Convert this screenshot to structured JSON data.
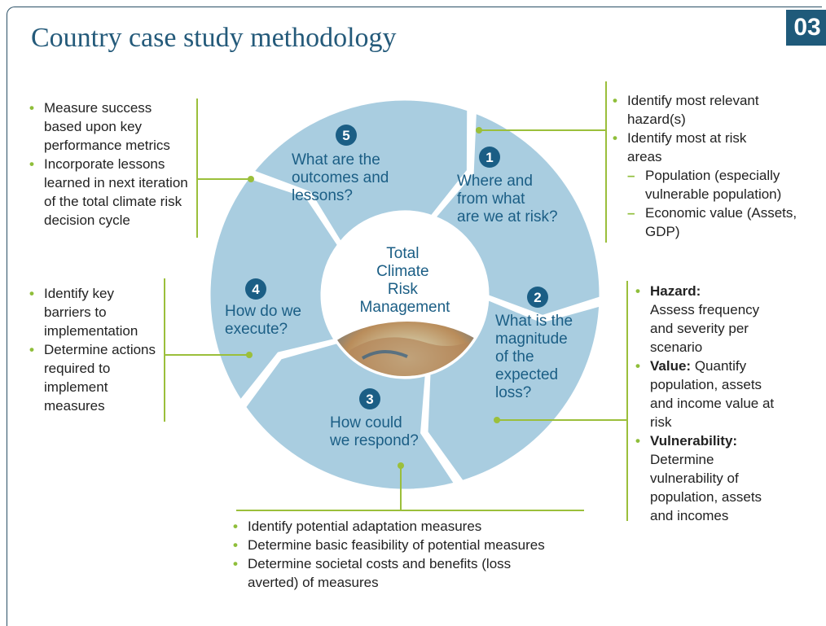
{
  "title": "Country case study methodology",
  "badge": "03",
  "center": {
    "lines": [
      "Total",
      "Climate",
      "Risk",
      "Management"
    ]
  },
  "segments": [
    {
      "number": "1",
      "lines": [
        "Where and",
        "from what",
        "are we at risk?"
      ]
    },
    {
      "number": "2",
      "lines": [
        "What is the",
        "magnitude",
        "of the",
        "expected",
        "loss?"
      ]
    },
    {
      "number": "3",
      "lines": [
        "How could",
        "we respond?"
      ]
    },
    {
      "number": "4",
      "lines": [
        "How do we",
        "execute?"
      ]
    },
    {
      "number": "5",
      "lines": [
        "What are the",
        "outcomes and",
        "lessons?"
      ]
    }
  ],
  "notes": {
    "step5": [
      "Measure success based upon key performance metrics",
      "Incorporate lessons learned in next iteration of the total climate risk decision cycle"
    ],
    "step1": {
      "bullets": [
        "Identify most relevant hazard(s)",
        "Identify most at risk areas"
      ],
      "subs": [
        "Population (especially vulnerable population)",
        "Economic value (Assets, GDP)"
      ]
    },
    "step4": [
      "Identify key barriers to implementation",
      "Determine actions required to implement measures"
    ],
    "step2": [
      {
        "bold": "Hazard:",
        "text": "Assess frequency and severity per scenario"
      },
      {
        "bold": "Value:",
        "text": "Quantify population, assets and income value at risk"
      },
      {
        "bold": "Vulnerability:",
        "text": "Determine vulnerability of population, assets and incomes"
      }
    ],
    "step3": [
      "Identify potential adaptation measures",
      "Determine basic feasibility of potential measures",
      "Determine societal costs and benefits (loss averted) of measures"
    ]
  },
  "colors": {
    "segment": "#a9cde0",
    "text": "#1b5e85",
    "number_circle": "#1b5e85",
    "connector": "#9bbf3b",
    "title": "#245a7a"
  }
}
